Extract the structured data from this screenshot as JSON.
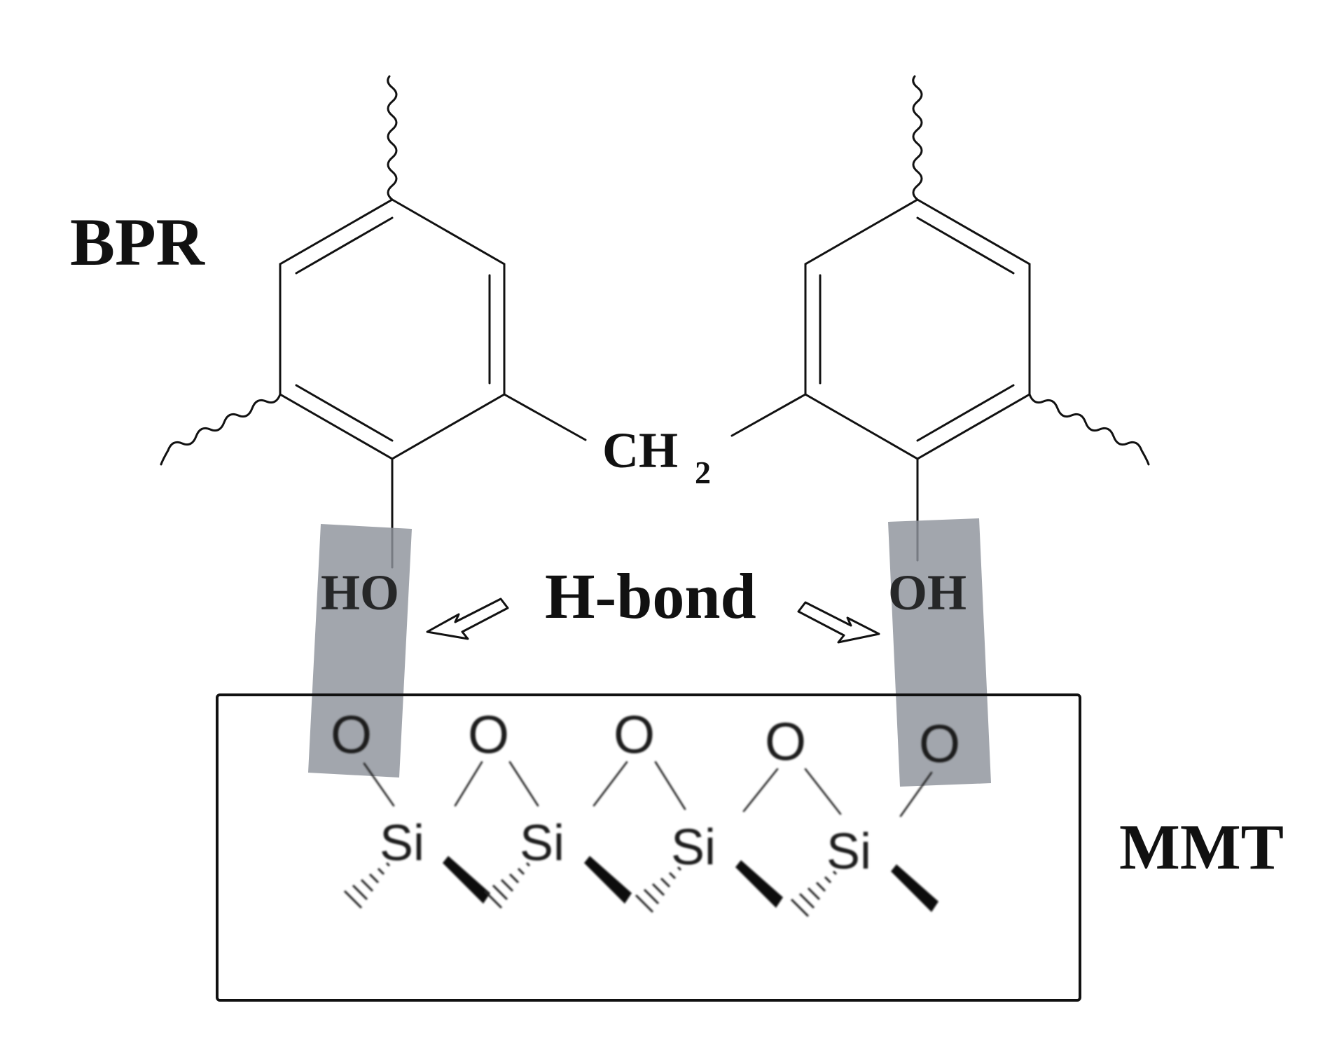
{
  "labels": {
    "polymer": "BPR",
    "clay": "MMT",
    "bridge": "CH",
    "bridge_subscript": "2",
    "hydroxyl_left": "HO",
    "hydroxyl_right": "OH",
    "bond_type": "H-bond",
    "oxygen": "O",
    "silicon": "Si"
  },
  "colors": {
    "ink": "#111111",
    "highlight": "#8e939b",
    "background": "#ffffff"
  },
  "structure": {
    "phenol_rings": 2,
    "siloxane_oxygens": 5,
    "silicon_atoms": 4
  }
}
